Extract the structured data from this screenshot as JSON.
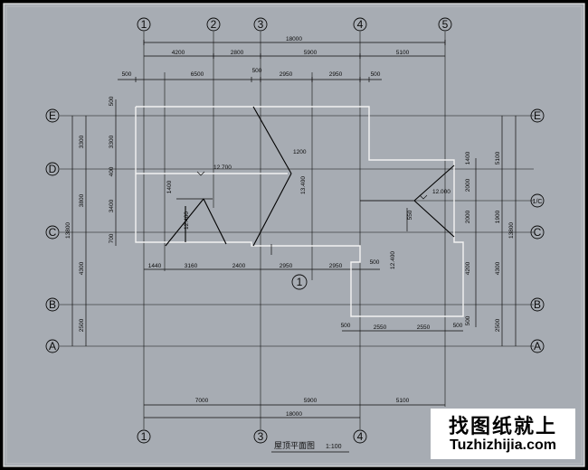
{
  "drawing": {
    "title": "屋顶平面图",
    "scale": "1:100",
    "axis_numbers_top": [
      "1",
      "2",
      "3",
      "4",
      "5"
    ],
    "axis_numbers_bottom": [
      "1",
      "3",
      "4"
    ],
    "axis_letters_left": [
      "E",
      "D",
      "C",
      "B",
      "A"
    ],
    "axis_letters_right": [
      "E",
      "1/C",
      "C",
      "B",
      "A"
    ],
    "section_mark": "1",
    "dims_top": {
      "overall": "18000",
      "row2": [
        "4200",
        "2800",
        "5900",
        "5100"
      ],
      "row3": [
        "500",
        "6500",
        "500",
        "2950",
        "2950",
        "500"
      ]
    },
    "dims_inner": {
      "row_mid": [
        "1440",
        "3160",
        "2400",
        "2950",
        "2950",
        "500"
      ],
      "row_low": [
        "500",
        "2550",
        "2550",
        "500"
      ]
    },
    "dims_bottom": {
      "row1": [
        "7000",
        "5900",
        "5100"
      ],
      "overall": "18000"
    },
    "dims_left": {
      "outer": "13800",
      "segments": [
        "3300",
        "3800",
        "4300",
        "2500"
      ],
      "inner": [
        "500",
        "3300",
        "400",
        "3400",
        "700"
      ]
    },
    "dims_right": {
      "outer": "13800",
      "segments": [
        "5100",
        "1900",
        "4300",
        "2500"
      ],
      "inner": [
        "1400",
        "2000",
        "2000",
        "4200",
        "500"
      ]
    },
    "elevations": [
      "12.700",
      "13.400",
      "12.400",
      "12.000",
      "12.400"
    ],
    "small_dims": [
      "1200",
      "1400",
      "550"
    ]
  },
  "watermark": {
    "text_cn": "找图纸就上",
    "text_en": "Tuzhizhijia.com"
  }
}
